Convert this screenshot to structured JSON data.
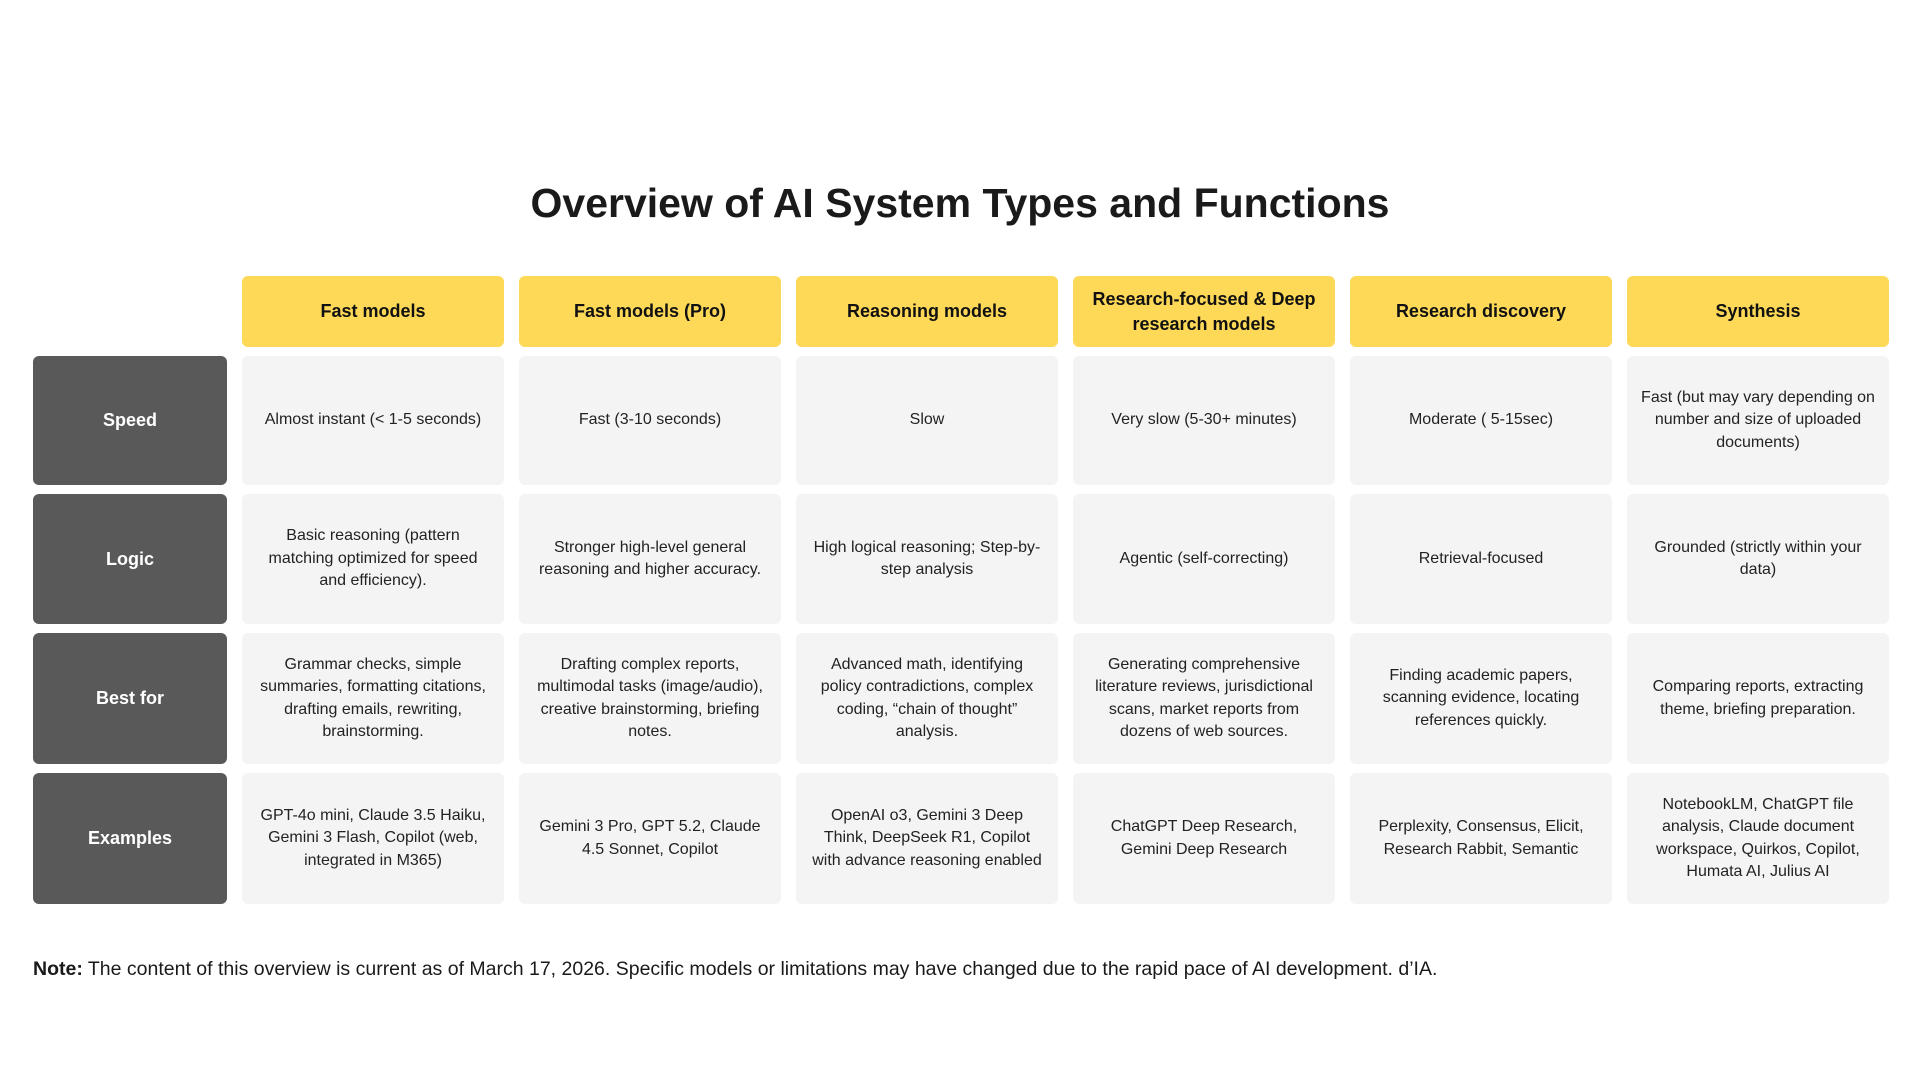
{
  "title": "Overview of AI System Types and Functions",
  "columns": [
    "Fast models",
    "Fast models (Pro)",
    "Reasoning models",
    "Research-focused & Deep research models",
    "Research discovery",
    "Synthesis"
  ],
  "rows": [
    {
      "label": "Speed",
      "cells": [
        "Almost instant (< 1-5 seconds)",
        "Fast (3-10 seconds)",
        "Slow",
        "Very slow (5-30+ minutes)",
        "Moderate ( 5-15sec)",
        "Fast (but may vary depending on number and size of uploaded documents)"
      ]
    },
    {
      "label": "Logic",
      "cells": [
        "Basic reasoning (pattern matching optimized for speed and efficiency).",
        "Stronger high-level general reasoning and higher accuracy.",
        "High logical reasoning; Step-by-step analysis",
        "Agentic (self-correcting)",
        "Retrieval-focused",
        "Grounded (strictly within your data)"
      ]
    },
    {
      "label": "Best for",
      "cells": [
        "Grammar checks, simple summaries, formatting citations, drafting emails, rewriting, brainstorming.",
        "Drafting complex reports, multimodal tasks (image/audio), creative brainstorming, briefing notes.",
        "Advanced math, identifying policy contradictions, complex coding, “chain of thought” analysis.",
        "Generating comprehensive literature reviews, jurisdictional scans, market reports from dozens of web sources.",
        "Finding academic papers, scanning evidence, locating references quickly.",
        "Comparing reports, extracting theme, briefing preparation."
      ]
    },
    {
      "label": "Examples",
      "cells": [
        "GPT-4o mini, Claude 3.5 Haiku, Gemini 3 Flash, Copilot (web, integrated in M365)",
        "Gemini 3 Pro, GPT 5.2, Claude 4.5 Sonnet, Copilot",
        "OpenAI o3, Gemini 3 Deep Think, DeepSeek R1, Copilot with advance reasoning enabled",
        "ChatGPT Deep Research, Gemini Deep Research",
        "Perplexity, Consensus, Elicit, Research Rabbit, Semantic",
        "NotebookLM, ChatGPT file analysis, Claude document workspace, Quirkos, Copilot, Humata AI, Julius AI"
      ]
    }
  ],
  "note": {
    "label": "Note:",
    "text": " The content of this overview is current as of March 17, 2026. Specific models or limitations may have changed due to the rapid pace of AI development. d’IA."
  },
  "colors": {
    "header": "#fdd957",
    "rowlabel": "#595959",
    "cell": "#f4f4f4"
  }
}
